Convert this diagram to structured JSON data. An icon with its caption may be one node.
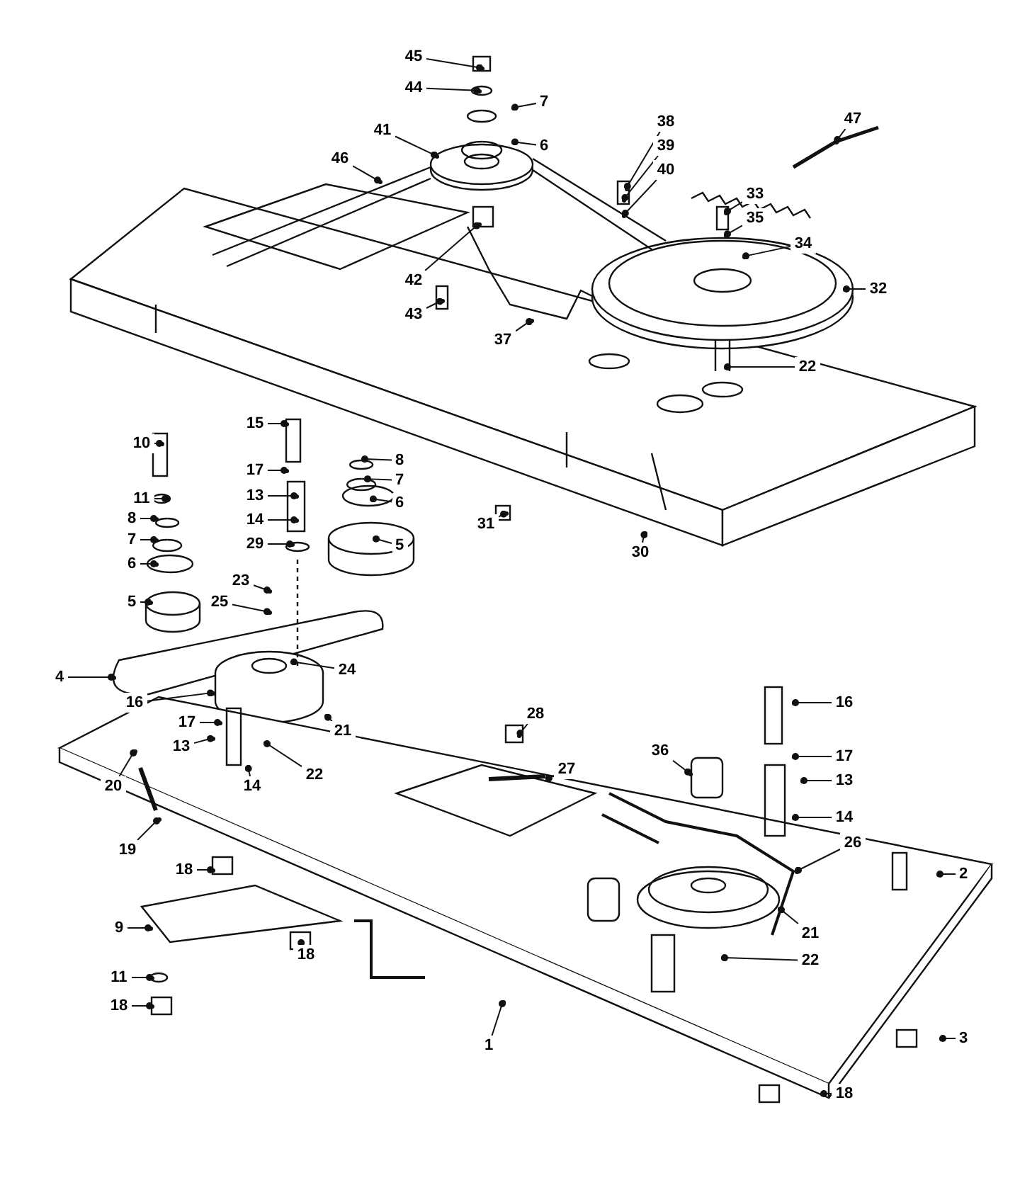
{
  "diagram": {
    "nodes": [
      {
        "text": [
          "45"
        ]
      },
      {
        "text": [
          "44"
        ]
      },
      {
        "text": [
          "7"
        ]
      },
      {
        "text": [
          "41"
        ]
      },
      {
        "text": [
          "6"
        ]
      },
      {
        "text": [
          "46"
        ]
      },
      {
        "text": [
          "38"
        ]
      },
      {
        "text": [
          "39"
        ]
      },
      {
        "text": [
          "40"
        ]
      },
      {
        "text": [
          "47"
        ]
      },
      {
        "text": [
          "33"
        ]
      },
      {
        "text": [
          "35"
        ]
      },
      {
        "text": [
          "34"
        ]
      },
      {
        "text": [
          "42"
        ]
      },
      {
        "text": [
          "43"
        ]
      },
      {
        "text": [
          "37"
        ]
      },
      {
        "text": [
          "32"
        ]
      },
      {
        "text": [
          "22"
        ]
      },
      {
        "text": [
          "31"
        ]
      },
      {
        "text": [
          "30"
        ]
      },
      {
        "text": [
          "10"
        ]
      },
      {
        "text": [
          "15"
        ]
      },
      {
        "text": [
          "8"
        ]
      },
      {
        "text": [
          "17"
        ]
      },
      {
        "text": [
          "7"
        ]
      },
      {
        "text": [
          "13"
        ]
      },
      {
        "text": [
          "6"
        ]
      },
      {
        "text": [
          "14"
        ]
      },
      {
        "text": [
          "11"
        ]
      },
      {
        "text": [
          "29"
        ]
      },
      {
        "text": [
          "5"
        ]
      },
      {
        "text": [
          "8"
        ]
      },
      {
        "text": [
          "7"
        ]
      },
      {
        "text": [
          "6"
        ]
      },
      {
        "text": [
          "5"
        ]
      },
      {
        "text": [
          "23"
        ]
      },
      {
        "text": [
          "25"
        ]
      },
      {
        "text": [
          "4"
        ]
      },
      {
        "text": [
          "24"
        ]
      },
      {
        "text": [
          "16"
        ]
      },
      {
        "text": [
          "17"
        ]
      },
      {
        "text": [
          "21"
        ]
      },
      {
        "text": [
          "13"
        ]
      },
      {
        "text": [
          "22"
        ]
      },
      {
        "text": [
          "14"
        ]
      },
      {
        "text": [
          "20"
        ]
      },
      {
        "text": [
          "28"
        ]
      },
      {
        "text": [
          "27"
        ]
      },
      {
        "text": [
          "36"
        ]
      },
      {
        "text": [
          "16"
        ]
      },
      {
        "text": [
          "17"
        ]
      },
      {
        "text": [
          "13"
        ]
      },
      {
        "text": [
          "14"
        ]
      },
      {
        "text": [
          "19"
        ]
      },
      {
        "text": [
          "18"
        ]
      },
      {
        "text": [
          "26"
        ]
      },
      {
        "text": [
          "2"
        ]
      },
      {
        "text": [
          "9"
        ]
      },
      {
        "text": [
          "21"
        ]
      },
      {
        "text": [
          "22"
        ]
      },
      {
        "text": [
          "18"
        ]
      },
      {
        "text": [
          "11"
        ]
      },
      {
        "text": [
          "18"
        ]
      },
      {
        "text": [
          "1"
        ]
      },
      {
        "text": [
          "3"
        ]
      },
      {
        "text": [
          "18"
        ]
      },
      {
        "text": [],
        "shape": "circle"
      },
      {
        "text": [],
        "shape": "circle"
      },
      {
        "text": [],
        "shape": "circle"
      },
      {
        "text": [],
        "shape": "circle"
      },
      {
        "text": [],
        "shape": "circle"
      },
      {
        "text": [],
        "shape": "circle"
      },
      {
        "text": [],
        "shape": "circle"
      },
      {
        "text": [],
        "shape": "circle"
      },
      {
        "text": [],
        "shape": "circle"
      },
      {
        "text": [],
        "shape": "circle"
      },
      {
        "text": [],
        "shape": "circle"
      },
      {
        "text": [],
        "shape": "circle"
      },
      {
        "text": [],
        "shape": "circle"
      },
      {
        "text": [],
        "shape": "circle"
      },
      {
        "text": [],
        "shape": "circle"
      },
      {
        "text": [],
        "shape": "circle"
      },
      {
        "text": [],
        "shape": "circle"
      },
      {
        "text": [],
        "shape": "circle"
      },
      {
        "text": [],
        "shape": "circle"
      },
      {
        "text": [],
        "shape": "circle"
      },
      {
        "text": [],
        "shape": "circle"
      },
      {
        "text": [],
        "shape": "circle"
      },
      {
        "text": [],
        "shape": "circle"
      },
      {
        "text": [],
        "shape": "circle"
      },
      {
        "text": [],
        "shape": "circle"
      },
      {
        "text": [],
        "shape": "circle"
      },
      {
        "text": [],
        "shape": "circle"
      },
      {
        "text": [],
        "shape": "circle"
      },
      {
        "text": [],
        "shape": "circle"
      },
      {
        "text": [],
        "shape": "circle"
      },
      {
        "text": [],
        "shape": "circle"
      },
      {
        "text": [],
        "shape": "circle"
      },
      {
        "text": [],
        "shape": "circle"
      },
      {
        "text": [],
        "shape": "circle"
      },
      {
        "text": [],
        "shape": "circle"
      },
      {
        "text": [],
        "shape": "circle"
      },
      {
        "text": [],
        "shape": "circle"
      },
      {
        "text": [],
        "shape": "circle"
      },
      {
        "text": [],
        "shape": "circle"
      },
      {
        "text": [],
        "shape": "circle"
      },
      {
        "text": [],
        "shape": "circle"
      },
      {
        "text": [],
        "shape": "circle"
      },
      {
        "text": [],
        "shape": "circle"
      },
      {
        "text": [],
        "shape": "circle"
      },
      {
        "text": [],
        "shape": "circle"
      },
      {
        "text": [],
        "shape": "circle"
      },
      {
        "text": [],
        "shape": "circle"
      },
      {
        "text": [],
        "shape": "circle"
      },
      {
        "text": [],
        "shape": "circle"
      },
      {
        "text": [],
        "shape": "circle"
      },
      {
        "text": [],
        "shape": "circle"
      },
      {
        "text": [],
        "shape": "circle"
      },
      {
        "text": [],
        "shape": "circle"
      },
      {
        "text": [],
        "shape": "circle"
      },
      {
        "text": [],
        "shape": "circle"
      },
      {
        "text": [],
        "shape": "circle"
      },
      {
        "text": [],
        "shape": "circle"
      },
      {
        "text": [],
        "shape": "circle"
      },
      {
        "text": [],
        "shape": "circle"
      },
      {
        "text": [],
        "shape": "circle"
      },
      {
        "text": [],
        "shape": "circle"
      },
      {
        "text": [],
        "shape": "circle"
      },
      {
        "text": [],
        "shape": "circle"
      },
      {
        "text": [],
        "shape": "circle"
      },
      {
        "text": [],
        "shape": "circle"
      },
      {
        "text": [],
        "shape": "circle"
      }
    ],
    "edges": [
      {
        "from": 0,
        "to": 66,
        "arrow": "other"
      },
      {
        "from": 1,
        "to": 67,
        "arrow": "other"
      },
      {
        "from": 2,
        "to": 68,
        "arrow": "other"
      },
      {
        "from": 3,
        "to": 69,
        "arrow": "other"
      },
      {
        "from": 4,
        "to": 70,
        "arrow": "other"
      },
      {
        "from": 5,
        "to": 71,
        "arrow": "other"
      },
      {
        "from": 6,
        "to": 72,
        "arrow": "other"
      },
      {
        "from": 7,
        "to": 73,
        "arrow": "other"
      },
      {
        "from": 8,
        "to": 74,
        "arrow": "other"
      },
      {
        "from": 9,
        "to": 75,
        "arrow": "other"
      },
      {
        "from": 10,
        "to": 76,
        "arrow": "other"
      },
      {
        "from": 11,
        "to": 77,
        "arrow": "other"
      },
      {
        "from": 12,
        "to": 78,
        "arrow": "other"
      },
      {
        "from": 13,
        "to": 79,
        "arrow": "other"
      },
      {
        "from": 14,
        "to": 80,
        "arrow": "other"
      },
      {
        "from": 15,
        "to": 81,
        "arrow": "other"
      },
      {
        "from": 16,
        "to": 82,
        "arrow": "other"
      },
      {
        "from": 17,
        "to": 83,
        "arrow": "other"
      },
      {
        "from": 18,
        "to": 84,
        "arrow": "other"
      },
      {
        "from": 19,
        "to": 85,
        "arrow": "other"
      },
      {
        "from": 20,
        "to": 86,
        "arrow": "other"
      },
      {
        "from": 21,
        "to": 87,
        "arrow": "other"
      },
      {
        "from": 22,
        "to": 88,
        "arrow": "other"
      },
      {
        "from": 23,
        "to": 89,
        "arrow": "other"
      },
      {
        "from": 24,
        "to": 90,
        "arrow": "other"
      },
      {
        "from": 25,
        "to": 91,
        "arrow": "other"
      },
      {
        "from": 26,
        "to": 92,
        "arrow": "other"
      },
      {
        "from": 27,
        "to": 93,
        "arrow": "other"
      },
      {
        "from": 28,
        "to": 94,
        "arrow": "other"
      },
      {
        "from": 29,
        "to": 95,
        "arrow": "other"
      },
      {
        "from": 30,
        "to": 96,
        "arrow": "other"
      },
      {
        "from": 31,
        "to": 97,
        "arrow": "other"
      },
      {
        "from": 32,
        "to": 98,
        "arrow": "other"
      },
      {
        "from": 33,
        "to": 99,
        "arrow": "other"
      },
      {
        "from": 34,
        "to": 100,
        "arrow": "other"
      },
      {
        "from": 35,
        "to": 101,
        "arrow": "other"
      },
      {
        "from": 36,
        "to": 102,
        "arrow": "other"
      },
      {
        "from": 37,
        "to": 103,
        "arrow": "other"
      },
      {
        "from": 38,
        "to": 104,
        "arrow": "other"
      },
      {
        "from": 39,
        "to": 105,
        "arrow": "other"
      },
      {
        "from": 40,
        "to": 106,
        "arrow": "other"
      },
      {
        "from": 41,
        "to": 107,
        "arrow": "other"
      },
      {
        "from": 42,
        "to": 108,
        "arrow": "other"
      },
      {
        "from": 43,
        "to": 109,
        "arrow": "other"
      },
      {
        "from": 44,
        "to": 110,
        "arrow": "other"
      },
      {
        "from": 45,
        "to": 111,
        "arrow": "other"
      },
      {
        "from": 46,
        "to": 112,
        "arrow": "other"
      },
      {
        "from": 47,
        "to": 113,
        "arrow": "other"
      },
      {
        "from": 48,
        "to": 114,
        "arrow": "other"
      },
      {
        "from": 49,
        "to": 115,
        "arrow": "other"
      },
      {
        "from": 50,
        "to": 116,
        "arrow": "other"
      },
      {
        "from": 51,
        "to": 117,
        "arrow": "other"
      },
      {
        "from": 52,
        "to": 118,
        "arrow": "other"
      },
      {
        "from": 53,
        "to": 119,
        "arrow": "other"
      },
      {
        "from": 54,
        "to": 120,
        "arrow": "other"
      },
      {
        "from": 55,
        "to": 121,
        "arrow": "other"
      },
      {
        "from": 56,
        "to": 122,
        "arrow": "other"
      },
      {
        "from": 57,
        "to": 123,
        "arrow": "other"
      },
      {
        "from": 58,
        "to": 124,
        "arrow": "other"
      },
      {
        "from": 59,
        "to": 125,
        "arrow": "other"
      },
      {
        "from": 60,
        "to": 126,
        "arrow": "other"
      },
      {
        "from": 61,
        "to": 127,
        "arrow": "other"
      },
      {
        "from": 62,
        "to": 128,
        "arrow": "other"
      },
      {
        "from": 63,
        "to": 129,
        "arrow": "other"
      },
      {
        "from": 64,
        "to": 130,
        "arrow": "other"
      },
      {
        "from": 65,
        "to": 131,
        "arrow": "other"
      }
    ]
  }
}
